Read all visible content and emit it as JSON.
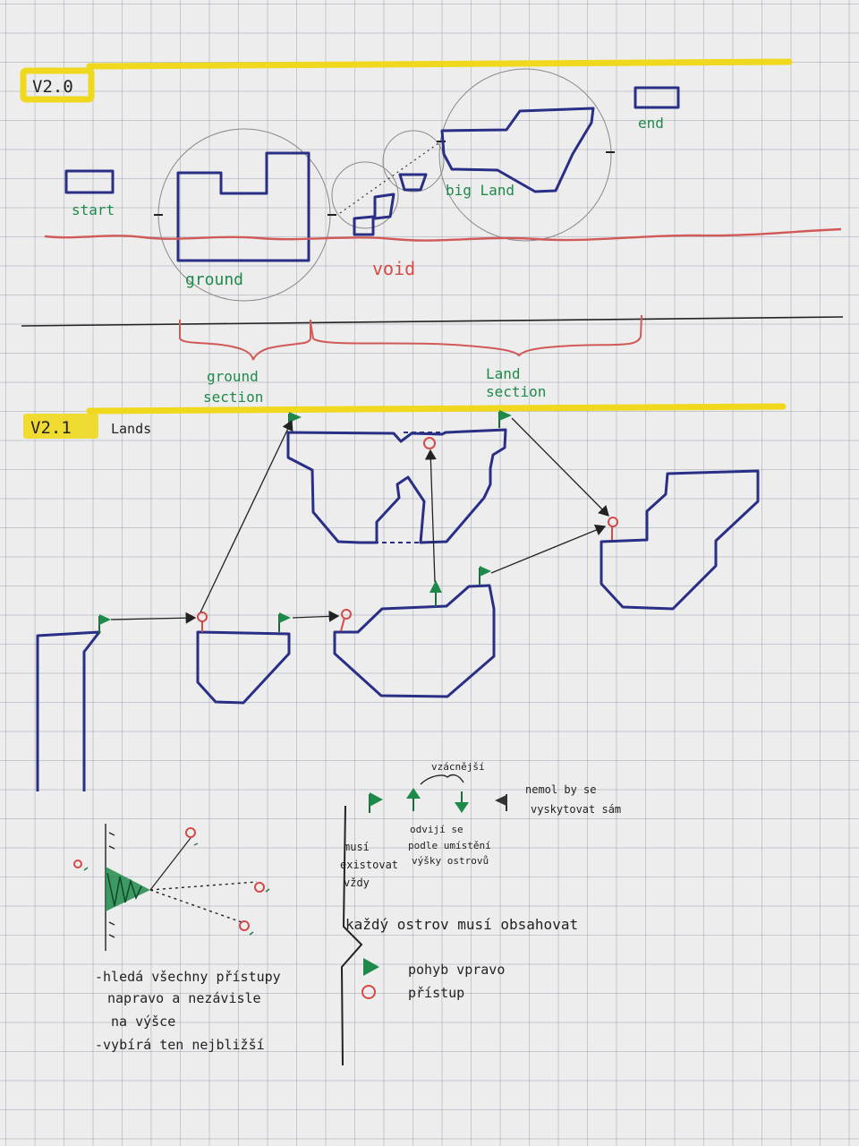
{
  "v20": {
    "version": "V2.0",
    "start": "start",
    "end": "end",
    "ground": "ground",
    "big_land": "big Land",
    "void": "void",
    "ground_section": [
      "ground",
      "section"
    ],
    "land_section": [
      "Land",
      "section"
    ]
  },
  "v21": {
    "version": "V2.1",
    "title": "Lands"
  },
  "legend": {
    "rarer": "vzácnější",
    "could_not_self": [
      "nemol by se",
      "vyskytovat sám"
    ],
    "must_exist": [
      "musí",
      "existovat",
      "vždy"
    ],
    "depends": [
      "odvijí se",
      "podle umístění",
      "výšky ostrovů"
    ],
    "every_island": "každý ostrov musí obsahovat",
    "move_right": "pohyb vpravo",
    "access": "přístup"
  },
  "search_notes": [
    "-hledá všechny přístupy",
    "napravo a nezávisle",
    "na výšce",
    "-vybírá ten nejbližší"
  ],
  "colors": {
    "ink_blue": "#2a2f86",
    "flag_green": "#1e8a4a",
    "access_red": "#d54a47",
    "void_line": "#d05a57",
    "highlighter": "#efd81d"
  }
}
